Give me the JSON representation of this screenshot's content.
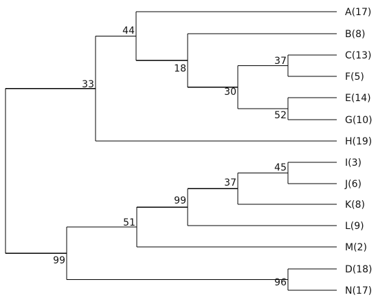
{
  "tree": {
    "leaves": [
      {
        "id": "A",
        "label": "A(17)"
      },
      {
        "id": "B",
        "label": "B(8)"
      },
      {
        "id": "C",
        "label": "C(13)"
      },
      {
        "id": "F",
        "label": "F(5)"
      },
      {
        "id": "E",
        "label": "E(14)"
      },
      {
        "id": "G",
        "label": "G(10)"
      },
      {
        "id": "H",
        "label": "H(19)"
      },
      {
        "id": "I",
        "label": "I(3)"
      },
      {
        "id": "J",
        "label": "J(6)"
      },
      {
        "id": "K",
        "label": "K(8)"
      },
      {
        "id": "L",
        "label": "L(9)"
      },
      {
        "id": "M",
        "label": "M(2)"
      },
      {
        "id": "D",
        "label": "D(18)"
      },
      {
        "id": "N",
        "label": "N(17)"
      }
    ],
    "clades": [
      {
        "id": "root",
        "children": [
          "n33",
          "n99b"
        ]
      },
      {
        "id": "n33",
        "support": "33",
        "children": [
          "n44",
          "H"
        ]
      },
      {
        "id": "n44",
        "support": "44",
        "children": [
          "A",
          "n18"
        ]
      },
      {
        "id": "n18",
        "support": "18",
        "children": [
          "B",
          "n30"
        ]
      },
      {
        "id": "n30",
        "support": "30",
        "children": [
          "n37a",
          "n52"
        ]
      },
      {
        "id": "n37a",
        "support": "37",
        "children": [
          "C",
          "F"
        ]
      },
      {
        "id": "n52",
        "support": "52",
        "children": [
          "E",
          "G"
        ]
      },
      {
        "id": "n99b",
        "support": "99",
        "children": [
          "n51",
          "n96"
        ]
      },
      {
        "id": "n51",
        "support": "51",
        "children": [
          "n99a",
          "M"
        ]
      },
      {
        "id": "n99a",
        "support": "99",
        "children": [
          "n37b",
          "L"
        ]
      },
      {
        "id": "n37b",
        "support": "37",
        "children": [
          "n45",
          "K"
        ]
      },
      {
        "id": "n45",
        "support": "45",
        "children": [
          "I",
          "J"
        ]
      },
      {
        "id": "n96",
        "support": "96",
        "children": [
          "D",
          "N"
        ]
      }
    ]
  }
}
